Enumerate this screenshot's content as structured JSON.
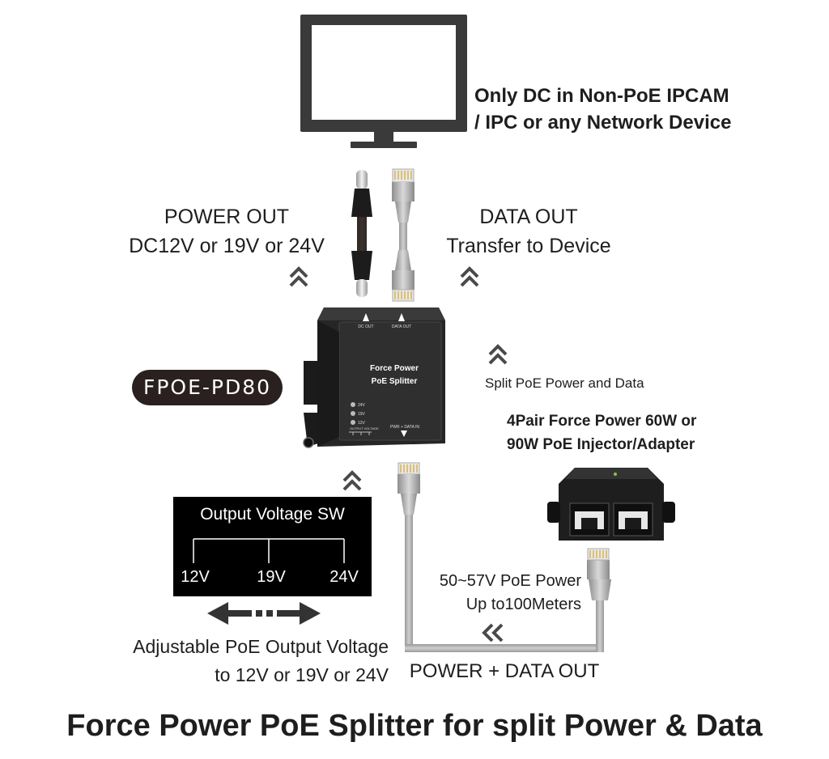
{
  "device_text": "Only DC in Non-PoE IPCAM\n/ IPC or any Network Device",
  "device_text_line1": "Only DC in Non-PoE IPCAM",
  "device_text_line2": "/ IPC or any Network Device",
  "power_out_title": "POWER OUT",
  "power_out_sub": "DC12V or 19V or 24V",
  "data_out_title": "DATA OUT",
  "data_out_sub": "Transfer to Device",
  "model_badge": "FPOE-PD80",
  "splitter_label_line1": "Force Power",
  "splitter_label_line2": "PoE Splitter",
  "splitter_port_dc_out": "DC OUT",
  "splitter_port_data_out": "DATA OUT",
  "splitter_port_in": "PWR + DATA IN",
  "splitter_led_24v": "24V",
  "splitter_led_19v": "19V",
  "splitter_led_12v": "12V",
  "splitter_switch_label": "OUTPUT VOLTAGE",
  "split_label": "Split PoE Power and Data",
  "injector_title_line1": "4Pair Force Power 60W or",
  "injector_title_line2": "90W PoE Injector/Adapter",
  "switch_box": {
    "title": "Output Voltage SW",
    "options": [
      "12V",
      "19V",
      "24V"
    ]
  },
  "adjustable_line1": "Adjustable PoE Output Voltage",
  "adjustable_line2": "to 12V or 19V or 24V",
  "poe_power_line1": "50~57V PoE Power",
  "poe_power_line2": "Up to100Meters",
  "power_data_out": "POWER + DATA OUT",
  "footer_title": "Force Power PoE Splitter for split Power & Data",
  "colors": {
    "monitor": "#3a3a3a",
    "device_body": "#2b2b2b",
    "cable_gray": "#b8b8b8",
    "arrow_gray": "#4a4a4a",
    "badge_bg": "#2a2020"
  }
}
